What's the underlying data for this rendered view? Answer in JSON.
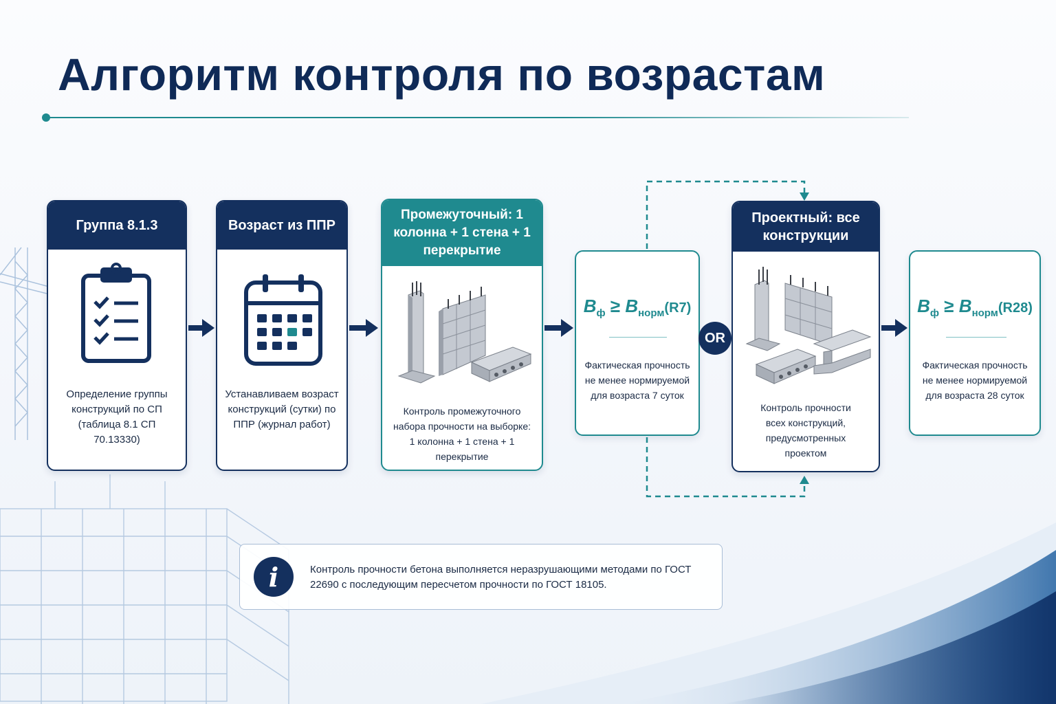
{
  "title": "Алгоритм контроля по возрастам",
  "steps": [
    {
      "header": "Группа 8.1.3",
      "icon": "clipboard-checklist-icon",
      "description": "Определение группы конструкций по СП (таблица 8.1 СП 70.13330)"
    },
    {
      "header": "Возраст из ППР",
      "icon": "calendar-icon",
      "description": "Устанавливаем возраст конструкций (сутки) по ППР (журнал работ)"
    },
    {
      "header": "Промежуточный: 1 колонна + 1 стена + 1 перекрытие",
      "icon": "column-wall-slab-icon",
      "description": "Контроль промежуточного набора прочности на выборке: 1 колонна + 1 стена + 1 перекрытие"
    },
    {
      "header": "Проектный: все конструкции",
      "icon": "all-structures-icon",
      "description": "Контроль прочности всех конструкций, предусмотренных проектом"
    }
  ],
  "conditions": [
    {
      "B": "B",
      "sub_f": "ф",
      "geq": "≥",
      "sub_norm": "норм",
      "age": "(R7)",
      "description": "Фактическая прочность не менее нормируемой для возраста 7 суток"
    },
    {
      "B": "B",
      "sub_f": "ф",
      "geq": "≥",
      "sub_norm": "норм",
      "age": "(R28)",
      "description": "Фактическая прочность не менее нормируемой для возраста 28 суток"
    }
  ],
  "or_label": "OR",
  "info": {
    "icon": "info-icon",
    "icon_glyph": "i",
    "text": "Контроль прочности бетона выполняется неразрушающими методами по ГОСТ 22690 с последующим пересчетом прочности по ГОСТ 18105."
  },
  "colors": {
    "navy": "#14305e",
    "teal": "#1f8a8f",
    "title": "#0f2a57"
  }
}
